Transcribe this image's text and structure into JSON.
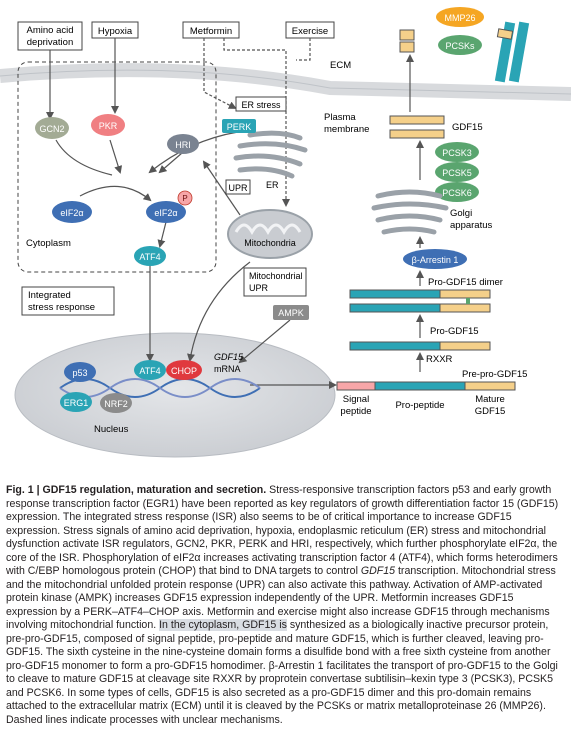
{
  "diagram": {
    "stress": {
      "amino": [
        "Amino acid",
        "deprivation"
      ],
      "hypoxia": "Hypoxia",
      "metformin": "Metformin",
      "exercise": "Exercise"
    },
    "cell": {
      "gcn2": "GCN2",
      "pkr": "PKR",
      "perk": "PERK",
      "hri": "HRI",
      "eif2a_1": "eIF2α",
      "eif2a_2": "eIF2α",
      "p": "P",
      "atf4": "ATF4",
      "cytoplasm": "Cytoplasm",
      "isr": [
        "Integrated",
        "stress response"
      ],
      "er_stress": "ER stress",
      "upr": "UPR",
      "er": "ER",
      "mito": "Mitochondria",
      "mito_upr": [
        "Mitochondrial",
        "UPR"
      ],
      "ampk": "AMPK"
    },
    "nucleus": {
      "p53": "p53",
      "erg1": "ERG1",
      "nrf2": "NRF2",
      "atf4": "ATF4",
      "chop": "CHOP",
      "gdf15": "GDF15",
      "mrna": "mRNA",
      "label": "Nucleus"
    },
    "right": {
      "mmp26": "MMP26",
      "pcsks_top": "PCSKs",
      "ecm": "ECM",
      "plasma": [
        "Plasma",
        "membrane"
      ],
      "gdf15": "GDF15",
      "pcsk3": "PCSK3",
      "pcsk5": "PCSK5",
      "pcsk6": "PCSK6",
      "golgi": [
        "Golgi",
        "apparatus"
      ],
      "barr": "β-Arrestin 1",
      "dimer": "Pro-GDF15 dimer",
      "progdf15": "Pro-GDF15",
      "rxxr": "RXXR",
      "prepro": "Pre-pro-GDF15",
      "signal": [
        "Signal",
        "peptide"
      ],
      "propep": "Pro-peptide",
      "mature": [
        "Mature",
        "GDF15"
      ]
    },
    "colors": {
      "teal": "#2aa4b5",
      "blue": "#3f6fb4",
      "green": "#5aa56f",
      "pink": "#f07f82",
      "red": "#e0393e",
      "orange": "#f5a623",
      "gray": "#8b8b8b"
    }
  },
  "caption": {
    "fig": "Fig. 1 |",
    "title": "GDF15 regulation, maturation and secretion.",
    "s1": " Stress-responsive transcription factors p53 and early growth response transcription factor (EGR1) have been reported as key regulators of growth differentiation factor 15 (GDF15) expression. The integrated stress response (ISR) also seems to be of critical importance to increase GDF15 expression. Stress signals of amino acid deprivation, hypoxia, endoplasmic reticulum (ER) stress and mitochondrial dysfunction activate ISR regulators, GCN2, PKR, PERK and HRI, respectively, which further phosphorylate eIF2α, the core of the ISR. Phosphorylation of eIF2α increases activating transcription factor 4 (ATF4), which forms heterodimers with C/EBP homologous protein (CHOP) that bind to DNA targets to control ",
    "gdf15_i1": "GDF15",
    "s2": " transcription. Mitochondrial stress and the mitochondrial unfolded protein response (UPR) can also activate this pathway. Activation of AMP-activated protein kinase (AMPK) increases GDF15 expression independently of the UPR. Metformin increases GDF15 expression by a PERK–ATF4–CHOP axis. Metformin and exercise might also increase GDF15 through mechanisms involving mitochondrial function. ",
    "hl": "In the cytoplasm, GDF15 is",
    "s3": " synthesized as a biologically inactive precursor protein, pre-pro-GDF15, composed of signal peptide, pro-peptide and mature GDF15, which is further cleaved, leaving pro-GDF15. The sixth cysteine in the nine-cysteine domain forms a disulfide bond with a free sixth cysteine from another pro-GDF15 monomer to form a pro-GDF15 homodimer. β-Arrestin 1 facilitates the transport of pro-GDF15 to the Golgi to cleave to mature GDF15 at cleavage site RXXR by proprotein convertase subtilisin–kexin type 3 (PCSK3), PCSK5 and PCSK6. In some types of cells, GDF15 is also secreted as a pro-GDF15 dimer and this pro-domain remains attached to the extracellular matrix (ECM) until it is cleaved by the PCSKs or matrix metalloproteinase 26 (MMP26). Dashed lines indicate processes with unclear mechanisms."
  }
}
